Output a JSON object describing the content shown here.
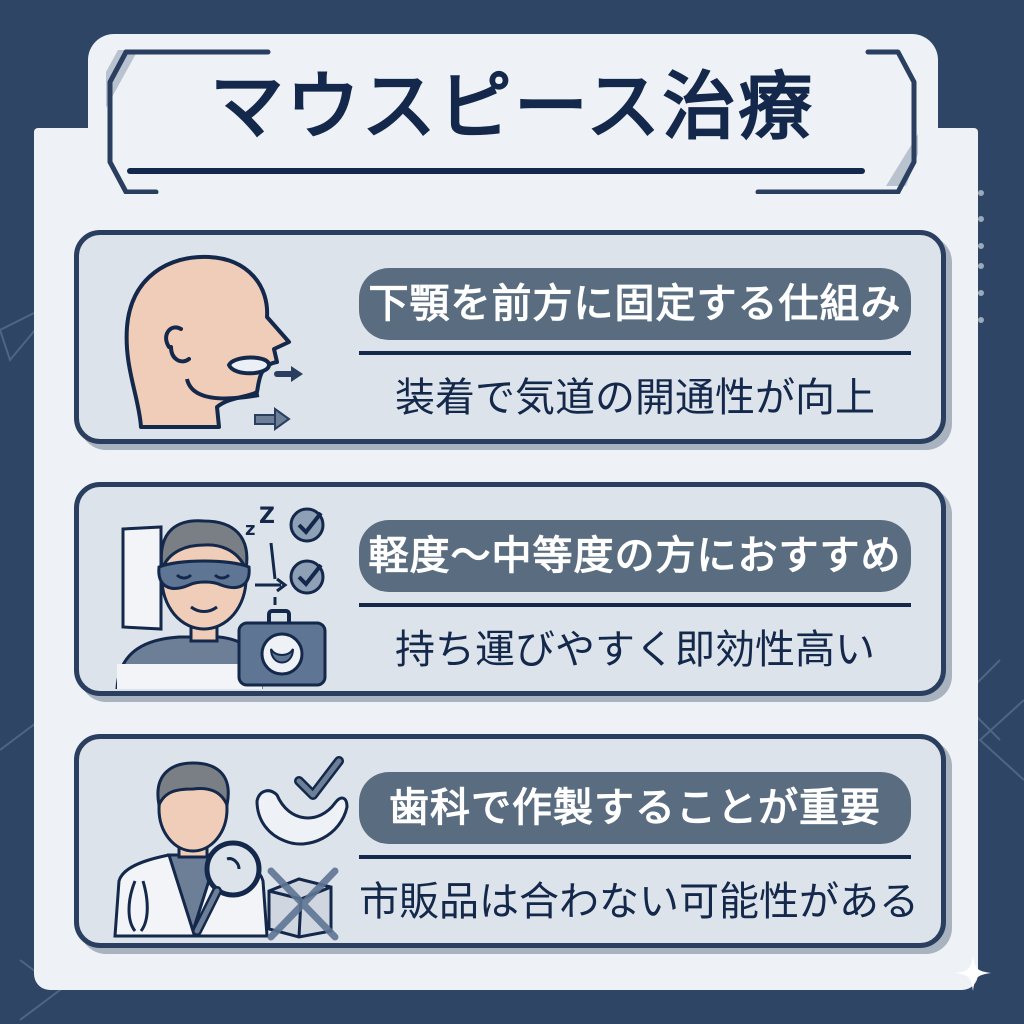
{
  "title": "マウスピース治療",
  "colors": {
    "background": "#2f4566",
    "sheet": "#eef1f5",
    "card": "#dde3ea",
    "card_border": "#2a3f5f",
    "pill": "#5a6d80",
    "text_dark": "#13284a",
    "skin": "#f0cdb8"
  },
  "cards": [
    {
      "icon": "head-profile-mouthpiece-icon",
      "heading": "下顎を前方に固定する仕組み",
      "detail": "装着で気道の開通性が向上"
    },
    {
      "icon": "sleeping-person-travel-case-icon",
      "heading": "軽度〜中等度の方におすすめ",
      "detail": "持ち運びやすく即効性高い"
    },
    {
      "icon": "dentist-mouthpiece-icon",
      "heading": "歯科で作製することが重要",
      "detail": "市販品は合わない可能性がある"
    }
  ]
}
